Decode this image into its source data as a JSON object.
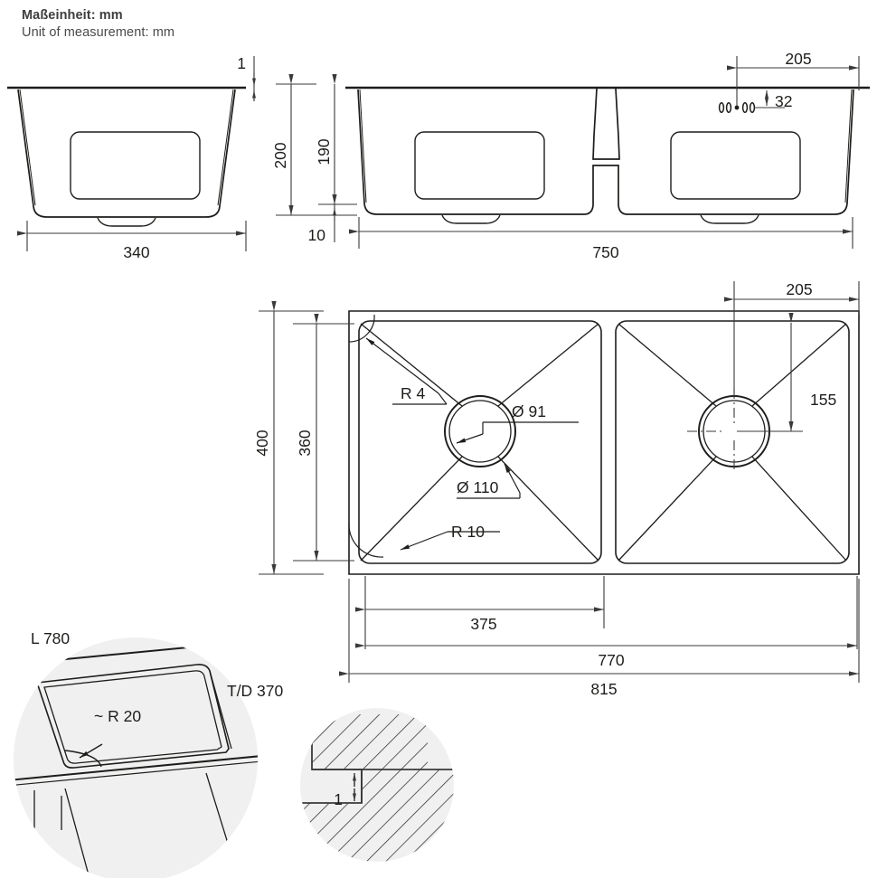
{
  "header": {
    "line_de": "Maßeinheit: mm",
    "line_en": "Unit of measurement: mm"
  },
  "drawing": {
    "title": "Kitchen sink technical drawing",
    "unit": "mm",
    "line_color": "#1d1d1b",
    "dim_color": "#4a4a4a",
    "detail_fill": "#f0f0f0"
  },
  "views": {
    "side_section": {
      "name": "side-section-view",
      "dims": {
        "width_340": "340",
        "rim_1": "1"
      }
    },
    "front_section": {
      "name": "front-section-view",
      "dims": {
        "height_200": "200",
        "height_190": "190",
        "height_10": "10",
        "width_750": "750",
        "tap_offset_205": "205",
        "tap_height_32": "32"
      }
    },
    "top_view": {
      "name": "top-plan-view",
      "dims": {
        "depth_400": "400",
        "bowl_depth_360": "360",
        "corner_radius_r4": "R 4",
        "corner_radius_r10": "R 10",
        "drain_d91": "Ø 91",
        "drain_d110": "Ø 110",
        "bowl_width_375": "375",
        "cutout_width_770": "770",
        "overall_width_815": "815",
        "tap_offset_205": "205",
        "tap_offset_155": "155"
      }
    },
    "detail_mount": {
      "name": "mounting-detail-view",
      "dims": {
        "length_l780": "L 780",
        "depth_td370": "T/D 370",
        "radius_r20": "~ R 20"
      }
    },
    "detail_section": {
      "name": "rim-section-detail-view",
      "dims": {
        "rim_1": "1"
      }
    }
  }
}
